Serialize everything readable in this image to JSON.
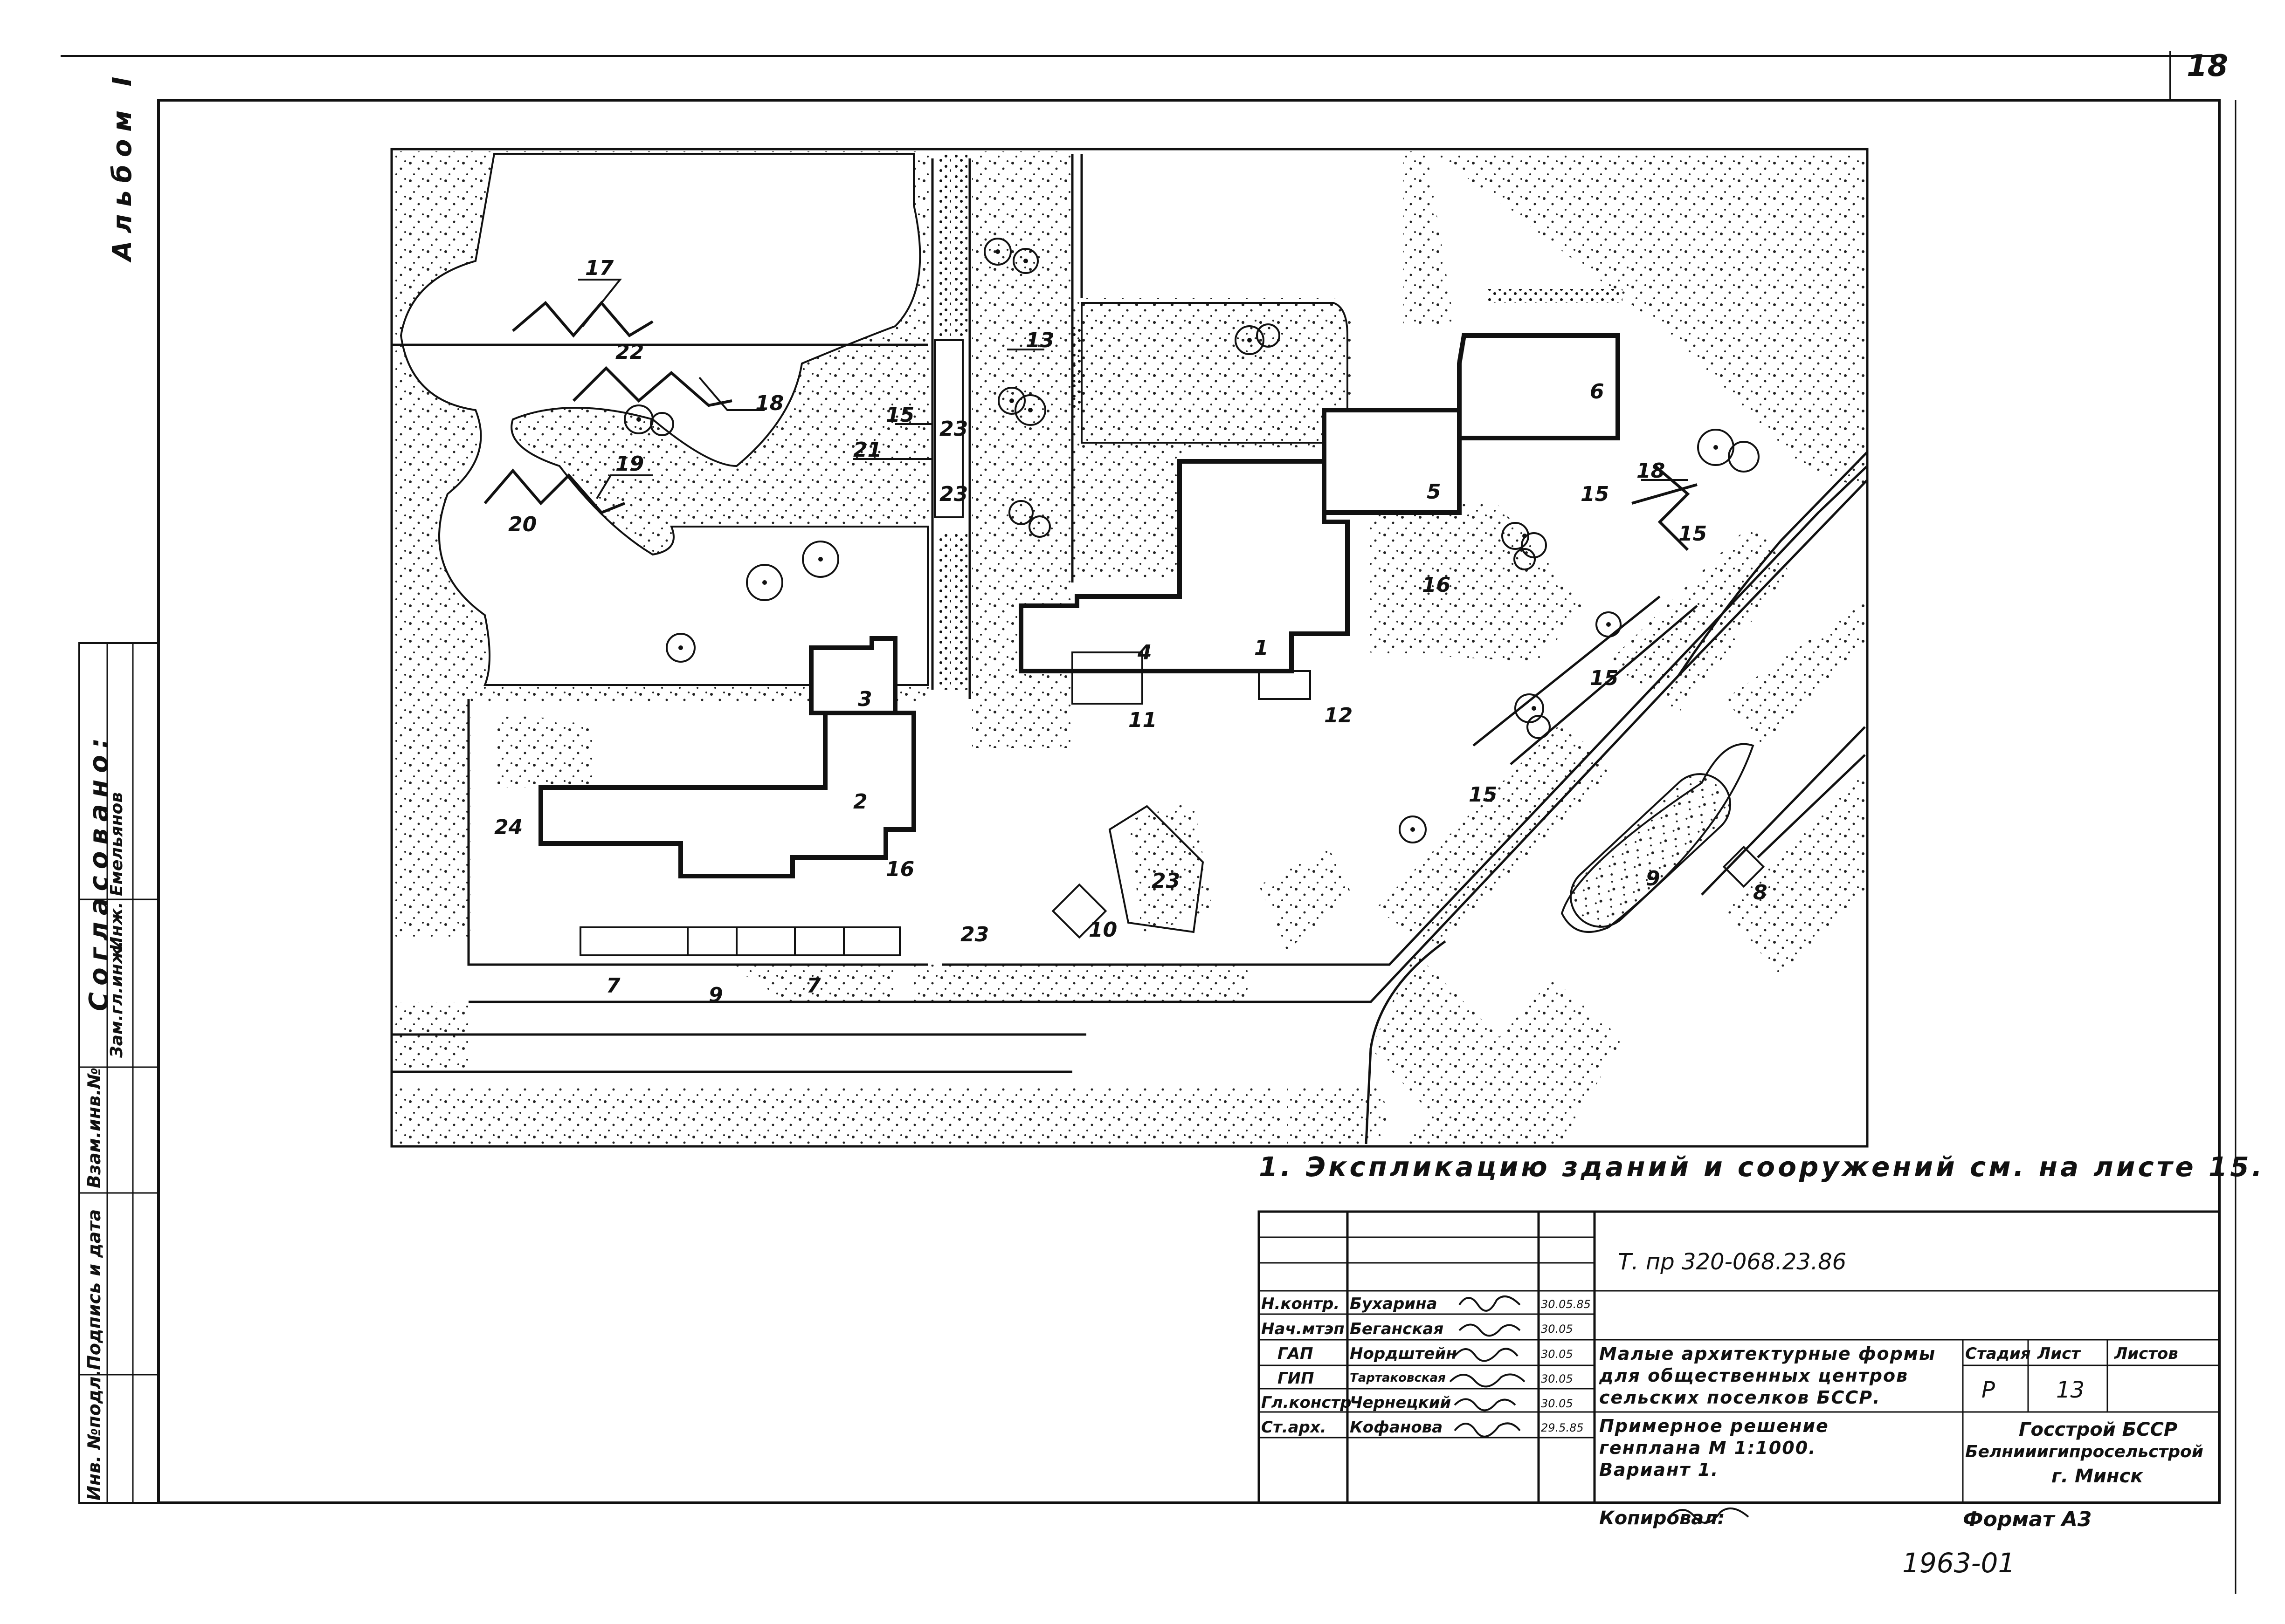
{
  "sheet": {
    "page_number": "18",
    "album_label": "Альбом I",
    "agreed_label": "Согласовано:",
    "side_columns": [
      "Зам.гл.инж.",
      "Инж. Емельянов"
    ],
    "side_fields": [
      "Инв. №подл.",
      "Подпись и дата",
      "Взам.инв.№"
    ],
    "note": "1. Экспликацию зданий и сооружений см. на листе 15."
  },
  "plan": {
    "labels": [
      "1",
      "2",
      "3",
      "4",
      "5",
      "6",
      "7",
      "7",
      "8",
      "9",
      "9",
      "10",
      "11",
      "12",
      "13",
      "15",
      "15",
      "15",
      "15",
      "15",
      "16",
      "16",
      "17",
      "18",
      "18",
      "19",
      "20",
      "21",
      "22",
      "23",
      "23",
      "23",
      "23",
      "24"
    ]
  },
  "stamp": {
    "code": "Т. пр 320-068.23.86",
    "roles": [
      "Н.контр.",
      "Нач.мтэп",
      "ГАП",
      "ГИП",
      "Гл.констр",
      "Ст.арх."
    ],
    "names": [
      "Бухарина",
      "Беганская",
      "Нордштейн",
      "Тартаковская",
      "Чернецкий",
      "Кофанова"
    ],
    "dates": [
      "30.05.85",
      "30.05",
      "30.05",
      "30.05",
      "30.05",
      "29.5.85"
    ],
    "title_line1": "Малые архитектурные формы",
    "title_line2": "для общественных центров",
    "title_line3": "сельских поселков БССР.",
    "subtitle_line1": "Примерное решение",
    "subtitle_line2": "генплана   М 1:1000.",
    "subtitle_line3": "Вариант 1.",
    "stage_header": "Стадия",
    "sheet_header": "Лист",
    "sheets_header": "Листов",
    "stage_value": "Р",
    "sheet_value": "13",
    "org_line1": "Госстрой БССР",
    "org_line2": "Белнииигипросельстрой",
    "org_line3": "г. Минск",
    "copied_label": "Копировал:",
    "format_label": "Формат А3",
    "archive_number": "1963-01"
  }
}
